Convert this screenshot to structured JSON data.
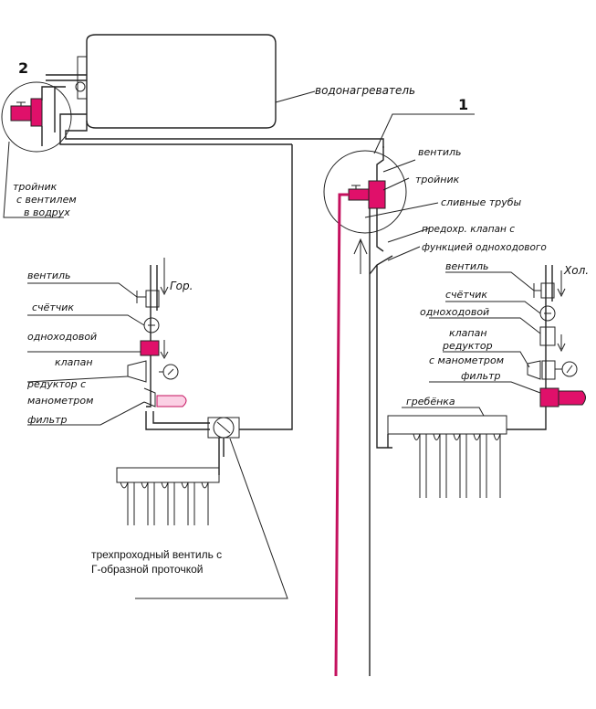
{
  "labels": {
    "num2": "2",
    "num1": "1",
    "boiler": "водонагреватель",
    "tee_vent_1": "тройник",
    "tee_vent_2": "с вентилем",
    "tee_vent_3": "в водрух",
    "right_valve": "вентиль",
    "right_tee": "тройник",
    "drain_pipes": "сливные трубы",
    "safety_valve_1": "предохр. клапан с",
    "safety_valve_2": "функцией одноходового",
    "left_valve": "вентиль",
    "left_hot": "Гор.",
    "left_meter": "счётчик",
    "left_check_1": "одноходовой",
    "left_check_2": "клапан",
    "left_reducer_1": "редуктор с",
    "left_reducer_2": "манометром",
    "left_filter": "фильтр",
    "right_valve2": "вентиль",
    "right_cold": "Хол.",
    "right_meter": "счётчик",
    "right_check_1": "одноходовой",
    "right_check_2": "клапан",
    "right_reducer_1": "редуктор",
    "right_reducer_2": "с манометром",
    "right_filter": "фильтр",
    "right_manifold": "гребёнка",
    "threeway_1": "трехпроходный вентиль с",
    "threeway_2": "Г-образной проточкой"
  },
  "colors": {
    "accent": "#e0106a",
    "line": "#222222"
  }
}
